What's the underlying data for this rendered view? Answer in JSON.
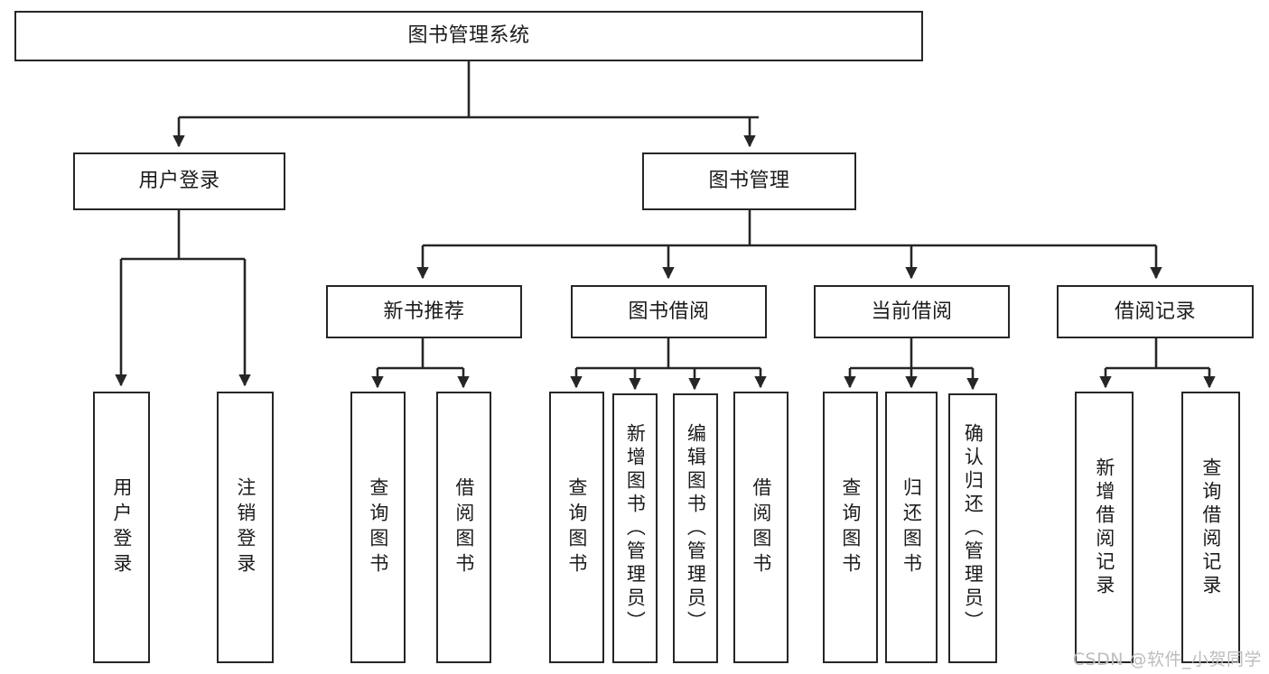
{
  "diagram": {
    "title": "图书管理系统",
    "type": "tree-hierarchy-chart",
    "root": {
      "id": "root",
      "label": "图书管理系统",
      "orientation": "horizontal"
    },
    "level2": [
      {
        "id": "user-login",
        "label": "用户登录",
        "orientation": "horizontal"
      },
      {
        "id": "book-manage",
        "label": "图书管理",
        "orientation": "horizontal"
      }
    ],
    "level3": [
      {
        "id": "new-book-recommend",
        "label": "新书推荐",
        "orientation": "horizontal",
        "parent": "book-manage"
      },
      {
        "id": "book-borrow",
        "label": "图书借阅",
        "orientation": "horizontal",
        "parent": "book-manage"
      },
      {
        "id": "current-borrow",
        "label": "当前借阅",
        "orientation": "horizontal",
        "parent": "book-manage"
      },
      {
        "id": "borrow-record",
        "label": "借阅记录",
        "orientation": "horizontal",
        "parent": "book-manage"
      }
    ],
    "leaves": [
      {
        "id": "leaf-user-login",
        "label": "用户登录",
        "orientation": "vertical",
        "parent": "user-login"
      },
      {
        "id": "leaf-user-logout",
        "label": "注销登录",
        "orientation": "vertical",
        "parent": "user-login"
      },
      {
        "id": "leaf-query-book-1",
        "label": "查询图书",
        "orientation": "vertical",
        "parent": "new-book-recommend"
      },
      {
        "id": "leaf-borrow-book-1",
        "label": "借阅图书",
        "orientation": "vertical",
        "parent": "new-book-recommend"
      },
      {
        "id": "leaf-query-book-2",
        "label": "查询图书",
        "orientation": "vertical",
        "parent": "book-borrow"
      },
      {
        "id": "leaf-add-book",
        "label": "新增图书（管理员）",
        "orientation": "vertical",
        "parent": "book-borrow"
      },
      {
        "id": "leaf-edit-book",
        "label": "编辑图书（管理员）",
        "orientation": "vertical",
        "parent": "book-borrow"
      },
      {
        "id": "leaf-borrow-book-2",
        "label": "借阅图书",
        "orientation": "vertical",
        "parent": "book-borrow"
      },
      {
        "id": "leaf-query-book-3",
        "label": "查询图书",
        "orientation": "vertical",
        "parent": "current-borrow"
      },
      {
        "id": "leaf-return-book",
        "label": "归还图书",
        "orientation": "vertical",
        "parent": "current-borrow"
      },
      {
        "id": "leaf-confirm-return",
        "label": "确认归还（管理员）",
        "orientation": "vertical",
        "parent": "current-borrow"
      },
      {
        "id": "leaf-add-record",
        "label": "新增借阅记录",
        "orientation": "vertical",
        "parent": "borrow-record"
      },
      {
        "id": "leaf-query-record",
        "label": "查询借阅记录",
        "orientation": "vertical",
        "parent": "borrow-record"
      }
    ],
    "watermark": "CSDN @软件_小贺同学",
    "colors": {
      "stroke": "#262626",
      "box_fill": "#ffffff",
      "text": "#1b1b1b",
      "watermark": "#bdbdbd",
      "background": "#ffffff"
    }
  }
}
